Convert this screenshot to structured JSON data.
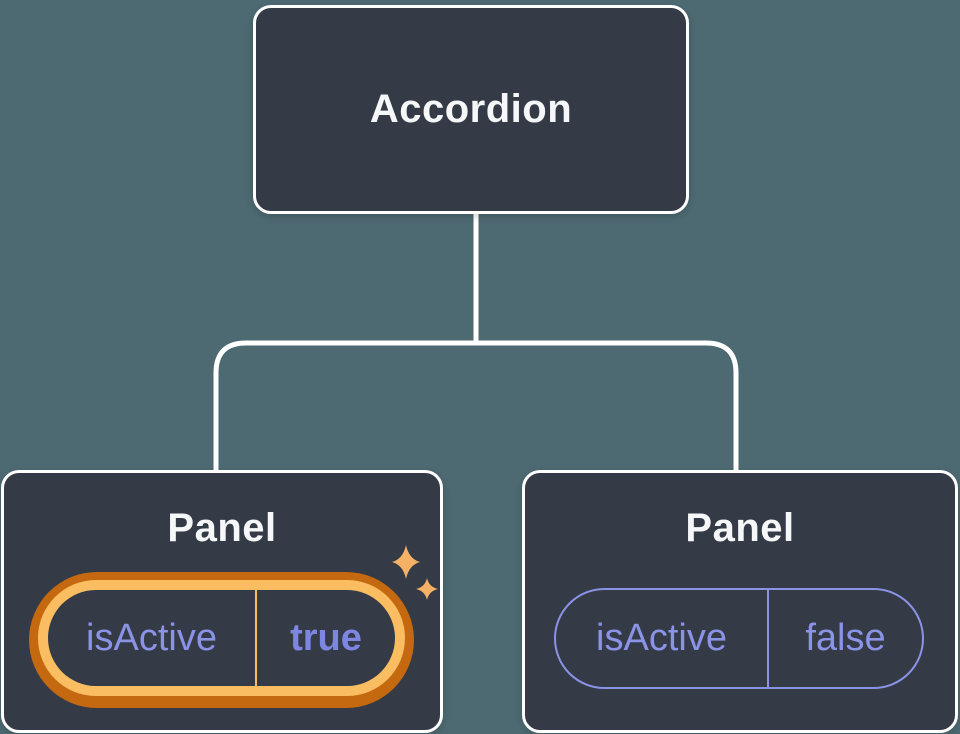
{
  "diagram": {
    "title_note": "component tree with state",
    "root": {
      "label": "Accordion"
    },
    "panels": [
      {
        "label": "Panel",
        "prop": {
          "name": "isActive",
          "value": "true"
        },
        "highlighted": true
      },
      {
        "label": "Panel",
        "prop": {
          "name": "isActive",
          "value": "false"
        },
        "highlighted": false
      }
    ]
  },
  "colors": {
    "background": "#4d6971",
    "card_background": "#343a46",
    "card_border": "#ffffff",
    "title_text": "#f6f7f9",
    "state_text": "#8b93e6",
    "state_value_highlight_text": "#7d87e2",
    "highlight_ring_dark": "#c4690f",
    "highlight_ring_light": "#fabd62",
    "sparkle": "#f5b266",
    "connector": "#ffffff"
  }
}
